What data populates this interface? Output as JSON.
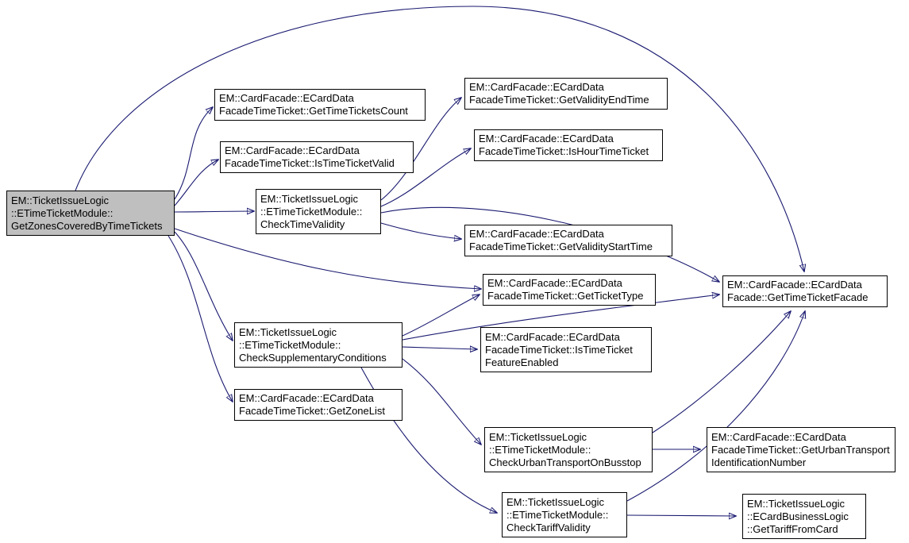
{
  "diagram": {
    "type": "call-graph",
    "background_color": "#ffffff",
    "edge_color": "#191970",
    "node_fill": "#ffffff",
    "root_node_fill": "#bfbfbf",
    "node_border_color": "#000000",
    "text_color": "#000000"
  },
  "nodes": [
    {
      "id": "GetZonesCoveredByTimeTickets",
      "root": true,
      "lines": [
        "EM::TicketIssueLogic",
        "::ETimeTicketModule::",
        "GetZonesCoveredByTimeTickets"
      ]
    },
    {
      "id": "GetTimeTicketsCount",
      "root": false,
      "lines": [
        "EM::CardFacade::ECardData",
        "FacadeTimeTicket::GetTimeTicketsCount"
      ]
    },
    {
      "id": "IsTimeTicketValid",
      "root": false,
      "lines": [
        "EM::CardFacade::ECardData",
        "FacadeTimeTicket::IsTimeTicketValid"
      ]
    },
    {
      "id": "CheckTimeValidity",
      "root": false,
      "lines": [
        "EM::TicketIssueLogic",
        "::ETimeTicketModule::",
        "CheckTimeValidity"
      ]
    },
    {
      "id": "GetValidityEndTime",
      "root": false,
      "lines": [
        "EM::CardFacade::ECardData",
        "FacadeTimeTicket::GetValidityEndTime"
      ]
    },
    {
      "id": "IsHourTimeTicket",
      "root": false,
      "lines": [
        "EM::CardFacade::ECardData",
        "FacadeTimeTicket::IsHourTimeTicket"
      ]
    },
    {
      "id": "GetValidityStartTime",
      "root": false,
      "lines": [
        "EM::CardFacade::ECardData",
        "FacadeTimeTicket::GetValidityStartTime"
      ]
    },
    {
      "id": "GetTicketType",
      "root": false,
      "lines": [
        "EM::CardFacade::ECardData",
        "FacadeTimeTicket::GetTicketType"
      ]
    },
    {
      "id": "CheckSupplementaryConditions",
      "root": false,
      "lines": [
        "EM::TicketIssueLogic",
        "::ETimeTicketModule::",
        "CheckSupplementaryConditions"
      ]
    },
    {
      "id": "IsTimeTicketFeatureEnabled",
      "root": false,
      "lines": [
        "EM::CardFacade::ECardData",
        "FacadeTimeTicket::IsTimeTicket",
        "FeatureEnabled"
      ]
    },
    {
      "id": "GetZoneList",
      "root": false,
      "lines": [
        "EM::CardFacade::ECardData",
        "FacadeTimeTicket::GetZoneList"
      ]
    },
    {
      "id": "GetTimeTicketFacade",
      "root": false,
      "lines": [
        "EM::CardFacade::ECardData",
        "Facade::GetTimeTicketFacade"
      ]
    },
    {
      "id": "CheckUrbanTransportOnBusstop",
      "root": false,
      "lines": [
        "EM::TicketIssueLogic",
        "::ETimeTicketModule::",
        "CheckUrbanTransportOnBusstop"
      ]
    },
    {
      "id": "GetUrbanTransportIdentificationNumber",
      "root": false,
      "lines": [
        "EM::CardFacade::ECardData",
        "FacadeTimeTicket::GetUrbanTransport",
        "IdentificationNumber"
      ]
    },
    {
      "id": "CheckTariffValidity",
      "root": false,
      "lines": [
        "EM::TicketIssueLogic",
        "::ETimeTicketModule::",
        "CheckTariffValidity"
      ]
    },
    {
      "id": "GetTariffFromCard",
      "root": false,
      "lines": [
        "EM::TicketIssueLogic",
        "::ECardBusinessLogic",
        "::GetTariffFromCard"
      ]
    }
  ],
  "edges": [
    {
      "from": "GetZonesCoveredByTimeTickets",
      "to": "GetTimeTicketsCount"
    },
    {
      "from": "GetZonesCoveredByTimeTickets",
      "to": "IsTimeTicketValid"
    },
    {
      "from": "GetZonesCoveredByTimeTickets",
      "to": "CheckTimeValidity"
    },
    {
      "from": "GetZonesCoveredByTimeTickets",
      "to": "GetTicketType"
    },
    {
      "from": "GetZonesCoveredByTimeTickets",
      "to": "CheckSupplementaryConditions"
    },
    {
      "from": "GetZonesCoveredByTimeTickets",
      "to": "GetZoneList"
    },
    {
      "from": "GetZonesCoveredByTimeTickets",
      "to": "GetTimeTicketFacade"
    },
    {
      "from": "CheckTimeValidity",
      "to": "GetValidityEndTime"
    },
    {
      "from": "CheckTimeValidity",
      "to": "IsHourTimeTicket"
    },
    {
      "from": "CheckTimeValidity",
      "to": "GetValidityStartTime"
    },
    {
      "from": "CheckTimeValidity",
      "to": "GetTimeTicketFacade"
    },
    {
      "from": "CheckSupplementaryConditions",
      "to": "GetTicketType"
    },
    {
      "from": "CheckSupplementaryConditions",
      "to": "IsTimeTicketFeatureEnabled"
    },
    {
      "from": "CheckSupplementaryConditions",
      "to": "GetTimeTicketFacade"
    },
    {
      "from": "CheckSupplementaryConditions",
      "to": "CheckUrbanTransportOnBusstop"
    },
    {
      "from": "CheckSupplementaryConditions",
      "to": "CheckTariffValidity"
    },
    {
      "from": "CheckUrbanTransportOnBusstop",
      "to": "GetUrbanTransportIdentificationNumber"
    },
    {
      "from": "CheckUrbanTransportOnBusstop",
      "to": "GetTimeTicketFacade"
    },
    {
      "from": "CheckTariffValidity",
      "to": "GetTariffFromCard"
    },
    {
      "from": "CheckTariffValidity",
      "to": "GetTimeTicketFacade"
    }
  ]
}
